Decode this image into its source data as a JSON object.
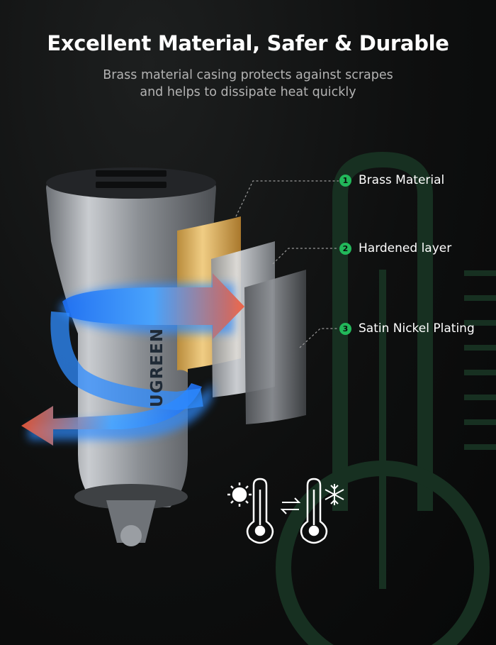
{
  "header": {
    "title": "Excellent Material, Safer & Durable",
    "subtitle_line1": "Brass material casing protects against scrapes",
    "subtitle_line2": "and helps to dissipate heat quickly"
  },
  "layers": [
    {
      "number": "1",
      "label": "Brass Material"
    },
    {
      "number": "2",
      "label": "Hardened layer"
    },
    {
      "number": "3",
      "label": "Satin Nickel Plating"
    }
  ],
  "product": {
    "brand": "UGREEN"
  },
  "icons": [
    "thermometer-hot-icon",
    "swap-arrows-icon",
    "thermometer-cold-icon"
  ],
  "colors": {
    "accent": "#22b85a",
    "brass": "#d9b56a",
    "flow_blue": "#2f8cff",
    "flow_orange": "#f05a3a"
  }
}
